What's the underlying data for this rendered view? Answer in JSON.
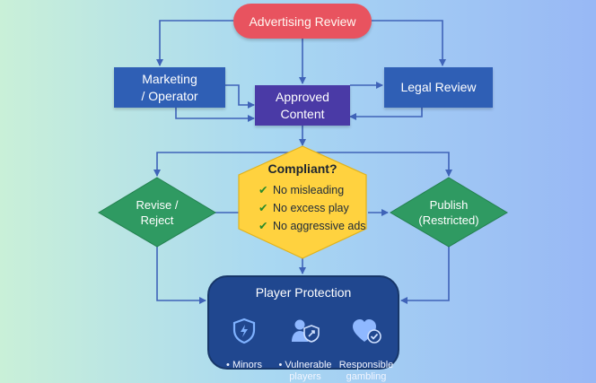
{
  "nodes": {
    "advertising_review": "Advertising Review",
    "marketing_operator": "Marketing\n/ Operator",
    "approved_content": "Approved\nContent",
    "legal_review": "Legal Review",
    "compliant_question": "Compliant?",
    "checks": [
      "No misleading",
      "No excess play",
      "No aggressive ads"
    ],
    "revise_reject": "Revise /\nReject",
    "publish_restricted": "Publish\n(Restricted)"
  },
  "player_protection": {
    "title": "Player Protection",
    "items": [
      {
        "label": "• Minors",
        "icon": "shield-bolt-icon"
      },
      {
        "label": "• Vulnerable\nplayers",
        "icon": "person-shield-icon"
      },
      {
        "label": "Responsible\ngambling",
        "icon": "heart-check-icon"
      }
    ]
  },
  "colors": {
    "pill": "#e8535f",
    "box_blue": "#2f5fb5",
    "box_purple": "#4a3aa6",
    "diamond_green": "#2f9a62",
    "diamond_yellow": "#ffd23f",
    "protection": "#20478f",
    "arrow": "#3f63b8"
  }
}
